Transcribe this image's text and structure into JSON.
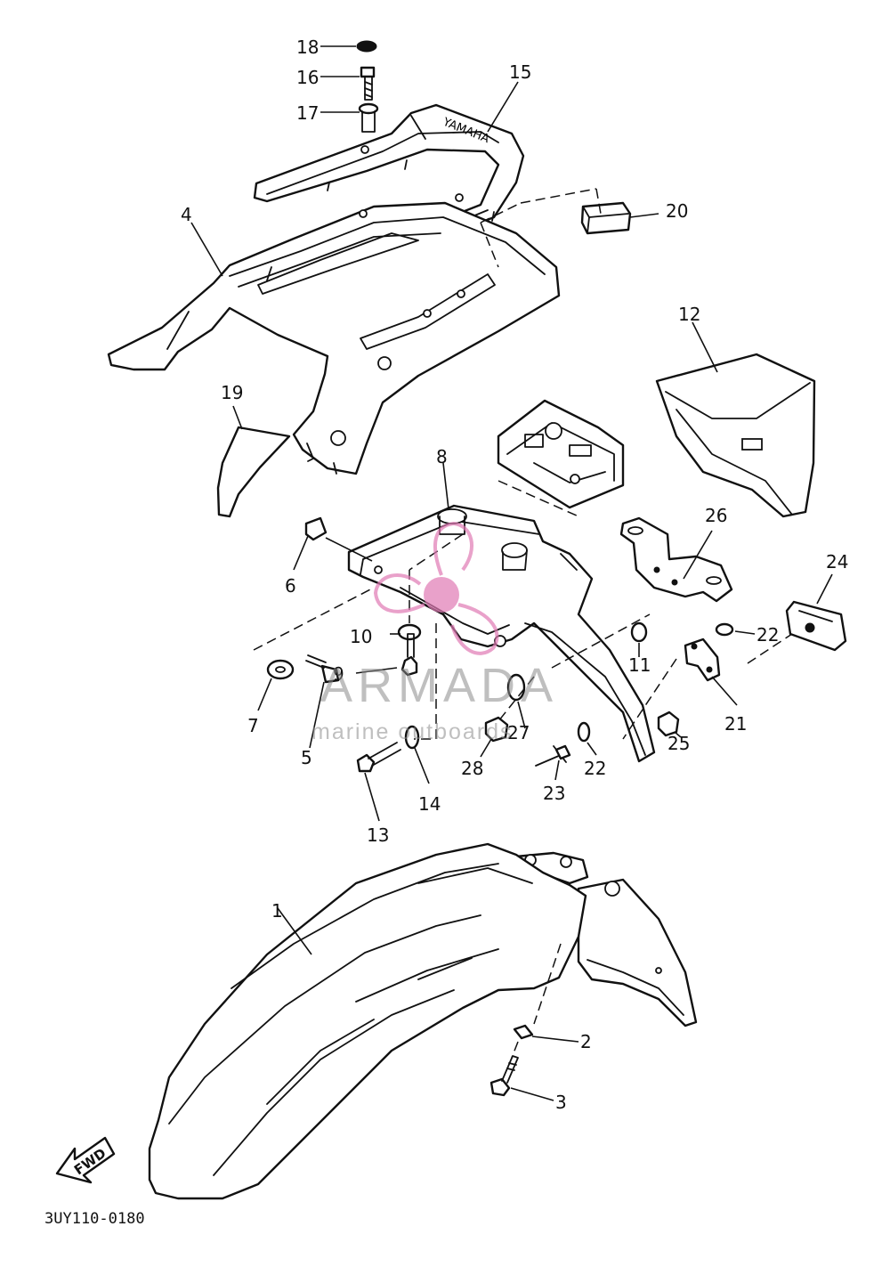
{
  "diagram": {
    "code": "3UY110-0180",
    "fwd_label": "FWD",
    "rack_stamp": "YAMAHA",
    "callouts": [
      "1",
      "2",
      "3",
      "4",
      "5",
      "6",
      "7",
      "8",
      "9",
      "10",
      "11",
      "12",
      "13",
      "14",
      "15",
      "16",
      "17",
      "18",
      "19",
      "20",
      "21",
      "22",
      "22",
      "23",
      "24",
      "25",
      "26",
      "27",
      "28"
    ]
  },
  "watermark": {
    "brand": "ARMADA",
    "tagline": "marine outboards",
    "color": "#e07ab4"
  }
}
